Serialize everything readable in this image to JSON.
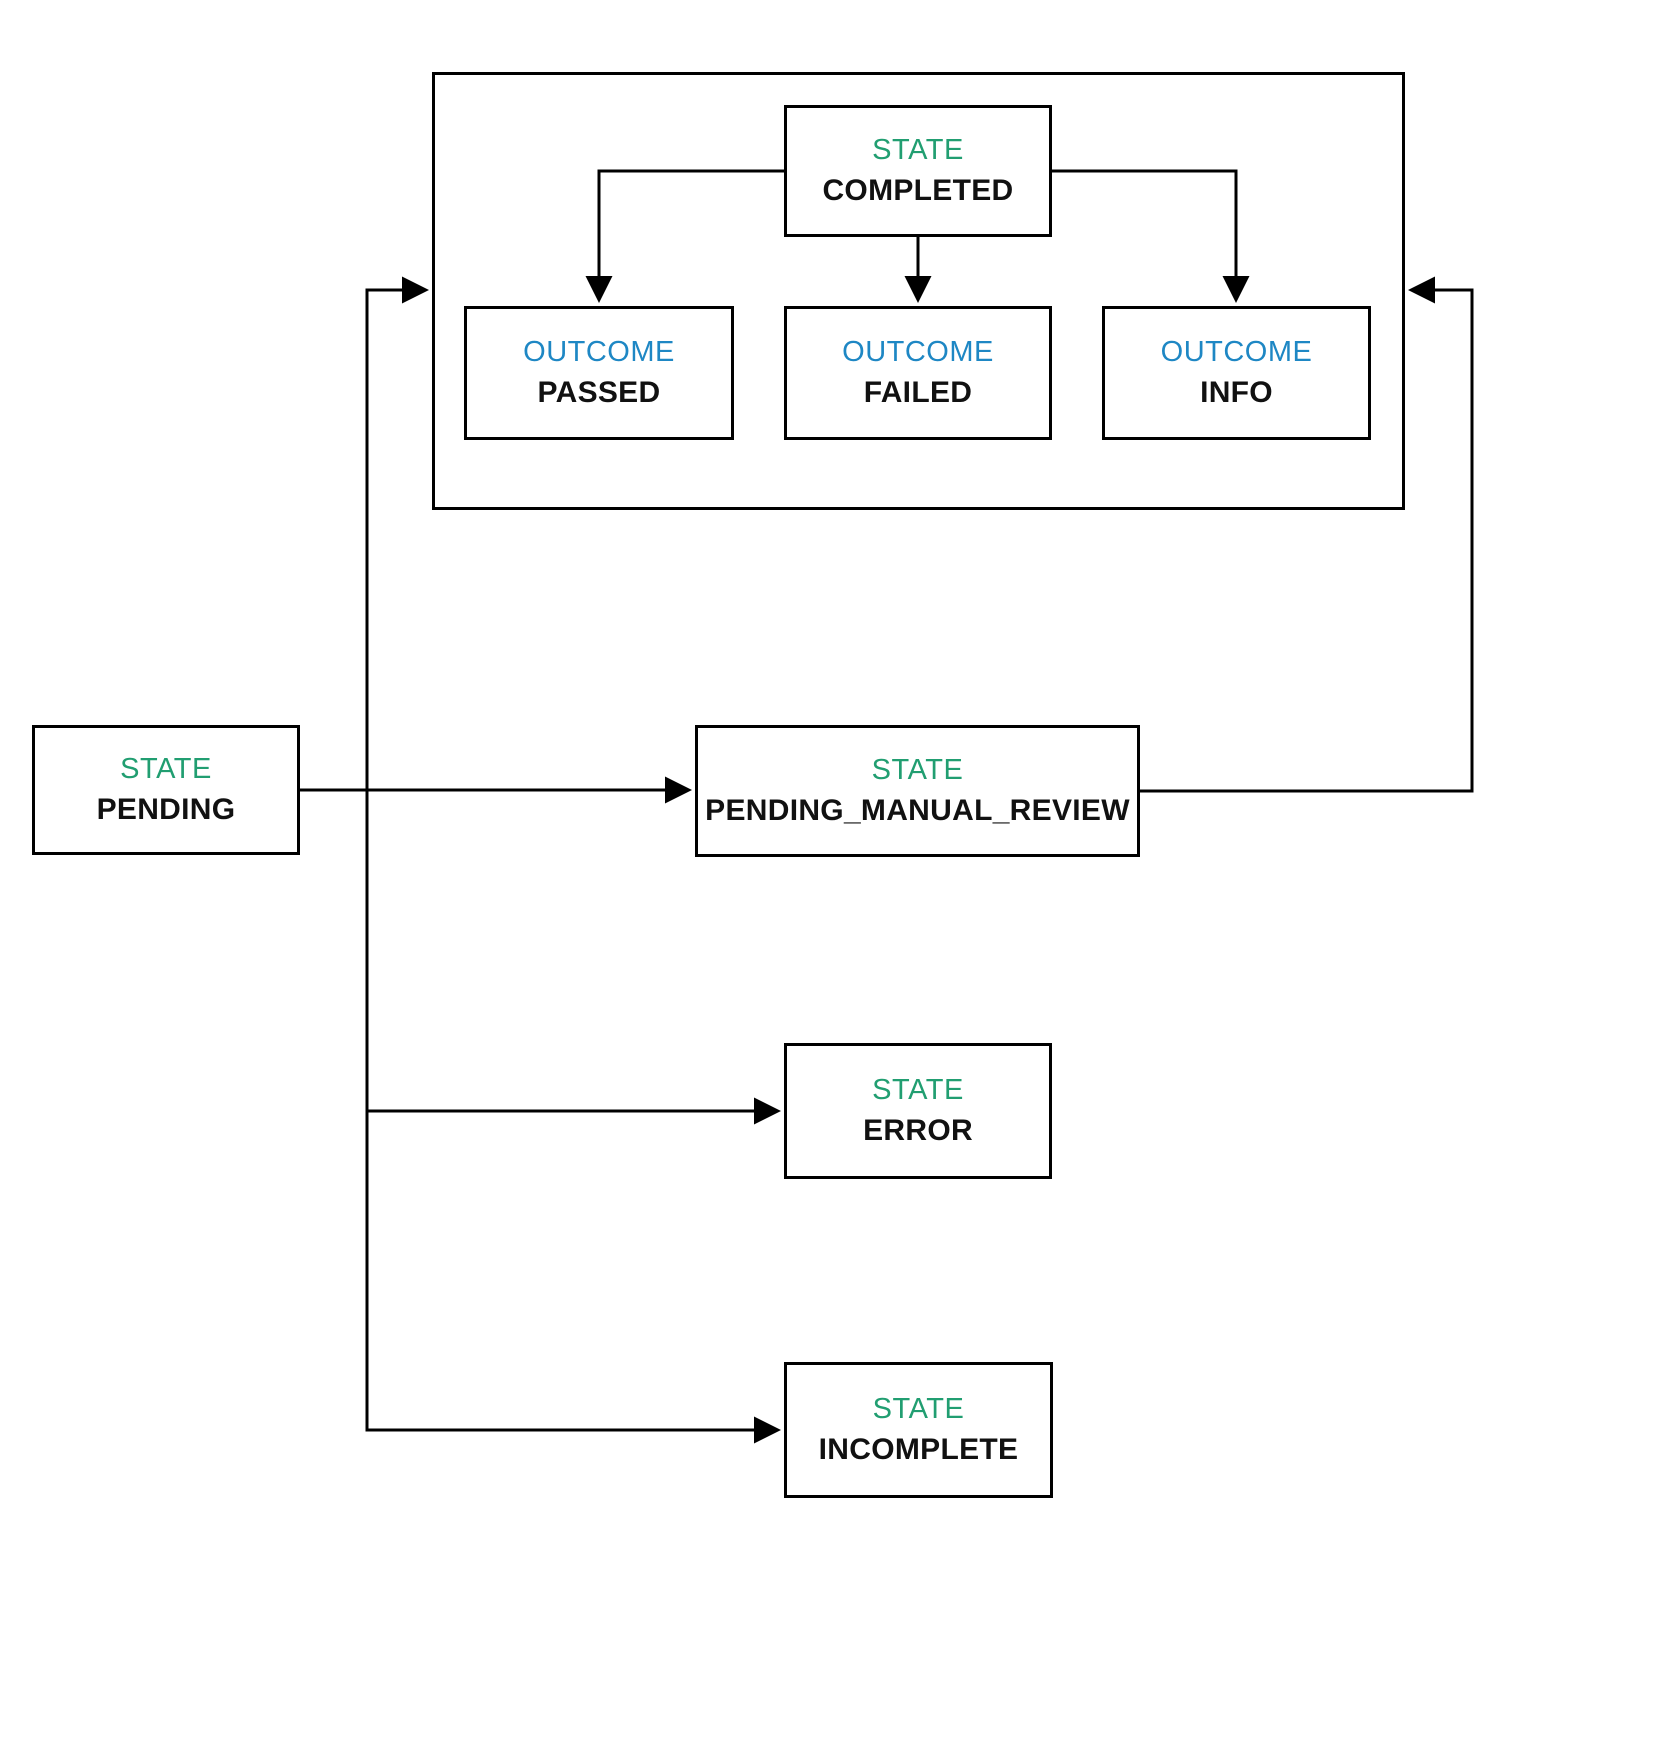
{
  "colors": {
    "state_label": "#219E71",
    "outcome_label": "#1E87C4",
    "node_name": "#111111",
    "box_border": "#000000",
    "arrow": "#000000",
    "background": "#FFFFFF"
  },
  "nodes": {
    "completed": {
      "type_label": "STATE",
      "name": "COMPLETED"
    },
    "passed": {
      "type_label": "OUTCOME",
      "name": "PASSED"
    },
    "failed": {
      "type_label": "OUTCOME",
      "name": "FAILED"
    },
    "info": {
      "type_label": "OUTCOME",
      "name": "INFO"
    },
    "pending": {
      "type_label": "STATE",
      "name": "PENDING"
    },
    "pending_manual_review": {
      "type_label": "STATE",
      "name": "PENDING_MANUAL_REVIEW"
    },
    "error": {
      "type_label": "STATE",
      "name": "ERROR"
    },
    "incomplete": {
      "type_label": "STATE",
      "name": "INCOMPLETE"
    }
  },
  "edges": [
    {
      "from": "COMPLETED",
      "to": "PASSED"
    },
    {
      "from": "COMPLETED",
      "to": "FAILED"
    },
    {
      "from": "COMPLETED",
      "to": "INFO"
    },
    {
      "from": "PENDING",
      "to": "COMPLETED_OUTCOMES_GROUP"
    },
    {
      "from": "PENDING",
      "to": "PENDING_MANUAL_REVIEW"
    },
    {
      "from": "PENDING",
      "to": "ERROR"
    },
    {
      "from": "PENDING",
      "to": "INCOMPLETE"
    },
    {
      "from": "PENDING_MANUAL_REVIEW",
      "to": "COMPLETED_OUTCOMES_GROUP"
    }
  ]
}
